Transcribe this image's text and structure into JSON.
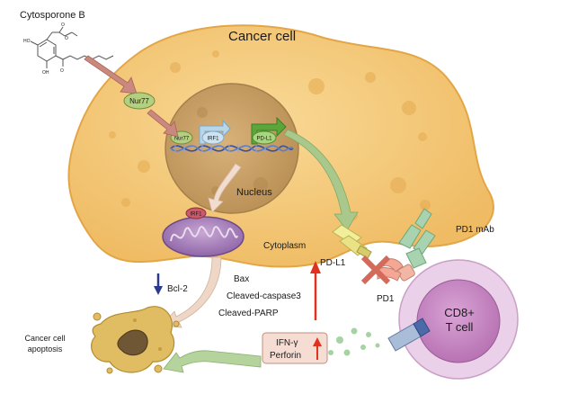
{
  "labels": {
    "compound": "Cytosporone B",
    "cancer_cell": "Cancer cell",
    "nucleus": "Nucleus",
    "cytoplasm": "Cytoplasm",
    "t_cell_line1": "CD8+",
    "t_cell_line2": "T cell",
    "pd1_mab": "PD1 mAb",
    "pd_l1": "PD-L1",
    "pd1": "PD1",
    "bcl2": "Bcl-2",
    "bax": "Bax",
    "cleaved_caspase3": "Cleaved-caspase3",
    "cleaved_parp": "Cleaved-PARP",
    "apoptosis_line1": "Cancer cell",
    "apoptosis_line2": "apoptosis",
    "ifn": "IFN-γ",
    "perforin": "Perforin"
  },
  "proteins": {
    "nur77": "Nur77",
    "nur77_small": "Nur77",
    "irf1_gene": "IRF1",
    "pdl1_gene": "PD-L1",
    "irf1_mito": "IRF1"
  },
  "colors": {
    "cell_fill": "#f5c97a",
    "cell_stroke": "#e0a23f",
    "nucleus_fill": "#c9a36a",
    "arrow_fill": "#c8847a",
    "green_arrow": "#9dbf7a",
    "t_cell_outer": "#e8c8e6",
    "t_cell_inner": "#c27fbe",
    "down_arrow": "#2b3a8f",
    "up_arrow": "#e0321e"
  },
  "icons": {
    "compound": "chemical-structure-icon",
    "mitochondrion": "mitochondrion-icon",
    "receptor": "pd-l1-receptor-icon",
    "antibody": "antibody-icon",
    "dna": "dna-helix-icon",
    "blocked": "x-mark-icon",
    "dead_cell": "apoptotic-cell-icon"
  }
}
